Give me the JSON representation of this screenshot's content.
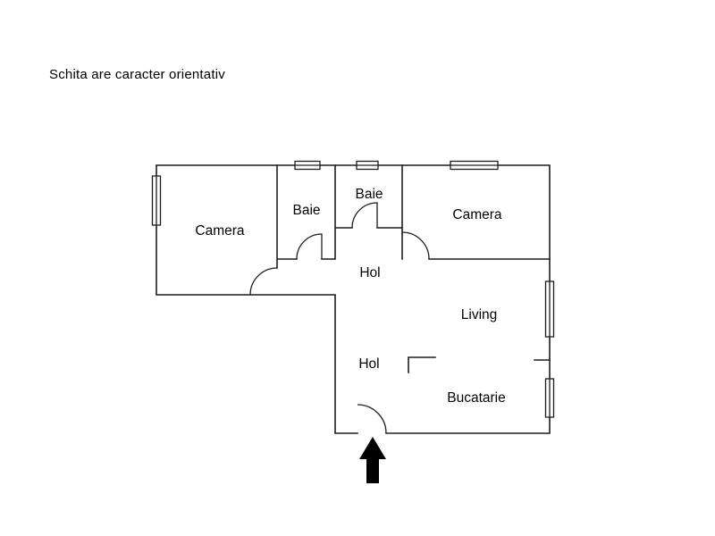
{
  "disclaimer": "Schita are caracter orientativ",
  "plan": {
    "rooms": [
      {
        "name": "camera-left",
        "label": "Camera"
      },
      {
        "name": "baie-left",
        "label": "Baie"
      },
      {
        "name": "baie-right",
        "label": "Baie"
      },
      {
        "name": "camera-right",
        "label": "Camera"
      },
      {
        "name": "hol-upper",
        "label": "Hol"
      },
      {
        "name": "living",
        "label": "Living"
      },
      {
        "name": "hol-lower",
        "label": "Hol"
      },
      {
        "name": "bucatarie",
        "label": "Bucatarie"
      }
    ],
    "entrance_icon": "up-arrow",
    "window_count": 6,
    "door_count": 5
  },
  "colors": {
    "background": "#ffffff",
    "wall": "#1d1d1b",
    "text": "#000000",
    "arrow": "#000000"
  }
}
